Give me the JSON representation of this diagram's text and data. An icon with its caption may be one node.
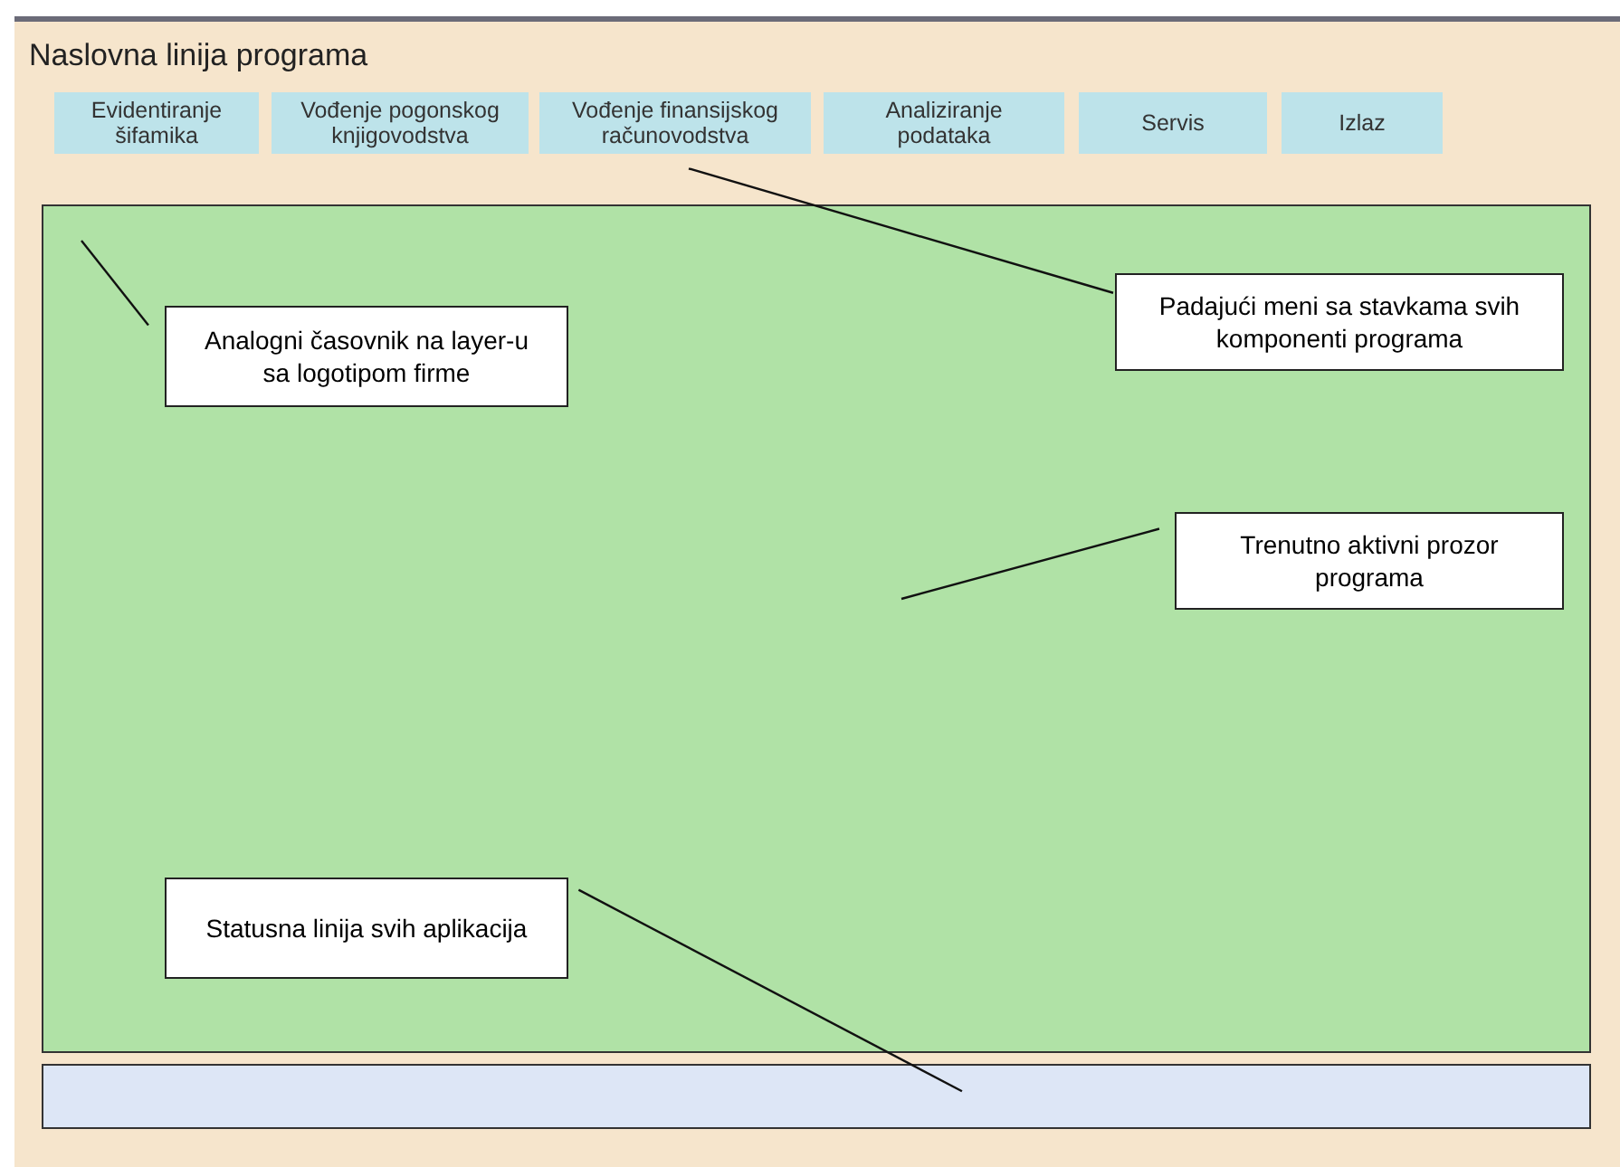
{
  "diagram": {
    "nodes": [
      {
        "text": [
          "Naslovna linija programa"
        ]
      },
      {
        "text": [
          "Evidentiranje šifamika"
        ],
        "in": 0
      },
      {
        "text": [
          "Vođenje pogonskog knjigovodstva"
        ],
        "in": 0
      },
      {
        "text": [
          "Vođenje finansijskog računovodstva"
        ],
        "in": 0
      },
      {
        "text": [
          "Analiziranje podataka"
        ],
        "in": 0
      },
      {
        "text": [
          "Servis"
        ],
        "in": 0
      },
      {
        "text": [
          "Izlaz"
        ],
        "in": 0
      },
      {
        "text": [],
        "shape": "box",
        "in": 0
      },
      {
        "text": [],
        "shape": "bar",
        "in": 0
      },
      {
        "text": [
          "Analogni časovnik na layer-u sa logotipom firme"
        ],
        "in": 7
      },
      {
        "text": [
          "Padajući meni sa stavkama svih komponenti programa"
        ],
        "in": 7
      },
      {
        "text": [
          "Trenutno aktivni prozor programa"
        ],
        "in": 7
      },
      {
        "text": [
          "Statusna linija svih aplikacija"
        ],
        "in": 7
      }
    ],
    "edges": [
      {
        "from": 9,
        "to": null,
        "arrow": "none"
      },
      {
        "from": 10,
        "to": 3,
        "arrow": "none"
      },
      {
        "from": 11,
        "to": null,
        "arrow": "none"
      },
      {
        "from": 12,
        "to": 8,
        "arrow": "none"
      }
    ]
  }
}
